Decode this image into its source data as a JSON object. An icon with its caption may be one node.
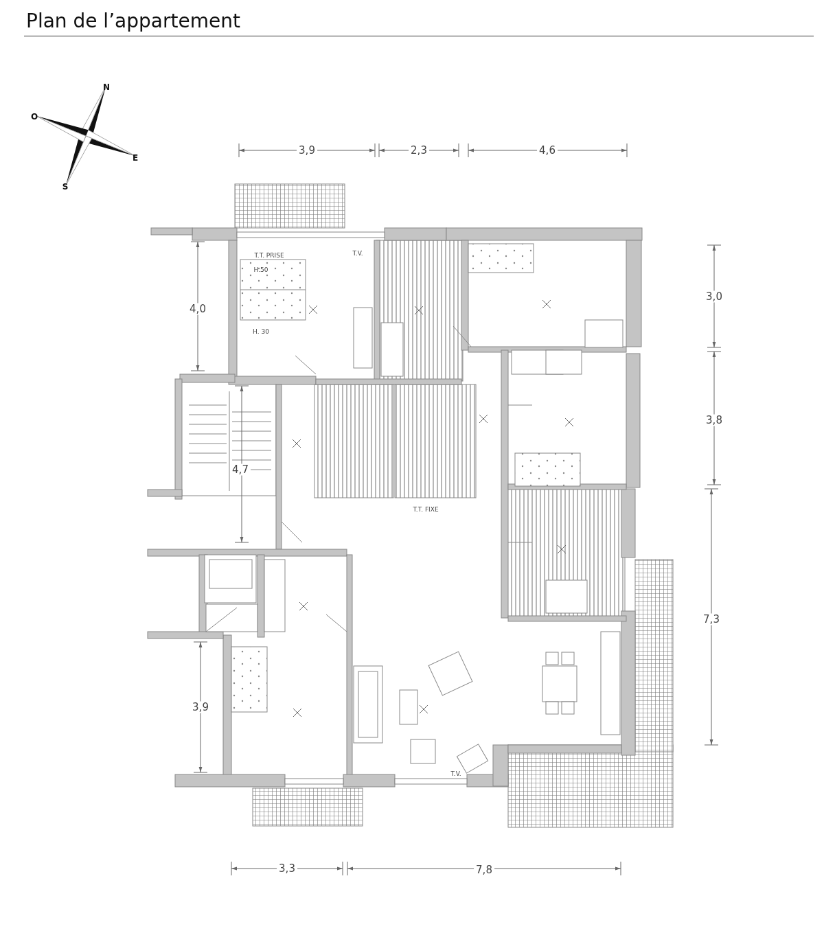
{
  "diagram": {
    "title": "Plan de l’appartement",
    "labels": [
      "N",
      "O",
      "E",
      "S",
      "3,9",
      "2,3",
      "4,6",
      "T.T. PRISE",
      "T.V.",
      "H.50",
      "3,0",
      "4,0",
      "H. 30",
      "3,8",
      "4,7",
      "T.T. FIXE",
      "7,3",
      "3,9",
      "T.V.",
      "3,3",
      "7,8"
    ]
  }
}
